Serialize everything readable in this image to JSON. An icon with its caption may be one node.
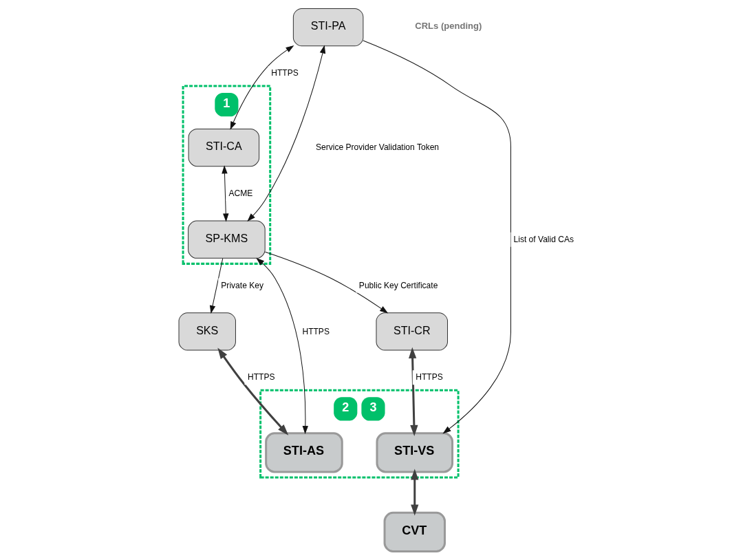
{
  "diagram": {
    "nodes": [
      {
        "text": [
          "1"
        ]
      },
      {
        "text": [
          "STI-PA"
        ]
      },
      {
        "text": [
          "STI-CA"
        ],
        "in": 0
      },
      {
        "text": [
          "SP-KMS"
        ],
        "in": 0
      },
      {
        "text": [
          "STI-CR"
        ]
      },
      {
        "text": [
          "SKS"
        ]
      },
      {
        "text": [
          "2",
          "3"
        ]
      },
      {
        "text": [
          "STI-AS"
        ],
        "in": 6
      },
      {
        "text": [
          "STI-VS"
        ],
        "in": 6
      },
      {
        "text": [
          "CVT"
        ]
      }
    ],
    "edges": [
      {
        "from": 1,
        "to": 2,
        "arrow": "both",
        "label": "HTTPS"
      },
      {
        "from": 1,
        "to": 3,
        "arrow": "both",
        "label": "Service Provider Validation Token"
      },
      {
        "from": 2,
        "to": 3,
        "arrow": "both",
        "label": "ACME"
      },
      {
        "from": 3,
        "to": 4,
        "arrow": "to",
        "label": "Public Key Certificate"
      },
      {
        "from": 3,
        "to": 5,
        "arrow": "to",
        "label": "Private Key"
      },
      {
        "from": 3,
        "to": 7,
        "arrow": "both",
        "label": "HTTPS"
      },
      {
        "from": 5,
        "to": 7,
        "arrow": "both",
        "label": "HTTPS",
        "style": "thick",
        "color": "#404040"
      },
      {
        "from": 4,
        "to": 8,
        "arrow": "both",
        "label": "HTTPS",
        "style": "thick",
        "color": "#404040"
      },
      {
        "from": 8,
        "to": 9,
        "arrow": "both",
        "style": "thick",
        "color": "#404040"
      },
      {
        "from": 1,
        "to": 8,
        "arrow": "to",
        "label": "List of Valid CAs"
      }
    ],
    "labels": [
      "CRLs (pending)"
    ]
  }
}
